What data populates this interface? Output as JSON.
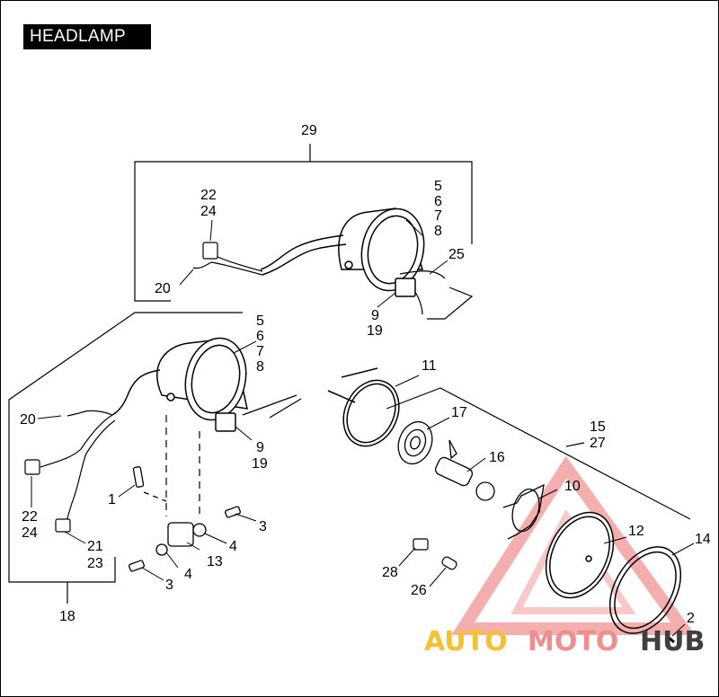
{
  "title": "HEADLAMP",
  "watermark": {
    "part1": "AUTO",
    "part2": "MOTO",
    "part3": "HUB",
    "color_auto": "#f5c033",
    "color_moto": "#f08e8e",
    "color_hub": "#404040"
  },
  "labels": {
    "l29": "29",
    "l22a": "22",
    "l24a": "24",
    "l5a": "5",
    "l6a": "6",
    "l7a": "7",
    "l8a": "8",
    "l25": "25",
    "l20a": "20",
    "l9a": "9",
    "l19a": "19",
    "l5b": "5",
    "l6b": "6",
    "l7b": "7",
    "l8b": "8",
    "l11": "11",
    "l20b": "20",
    "l17": "17",
    "l15": "15",
    "l27": "27",
    "l9b": "9",
    "l19b": "19",
    "l16": "16",
    "l1": "1",
    "l22b": "22",
    "l24b": "24",
    "l10": "10",
    "l3a": "3",
    "l21": "21",
    "l23": "23",
    "l4a": "4",
    "l12": "12",
    "l14": "14",
    "l13": "13",
    "l4b": "4",
    "l3b": "3",
    "l28": "28",
    "l26": "26",
    "l18": "18",
    "l2": "2"
  }
}
